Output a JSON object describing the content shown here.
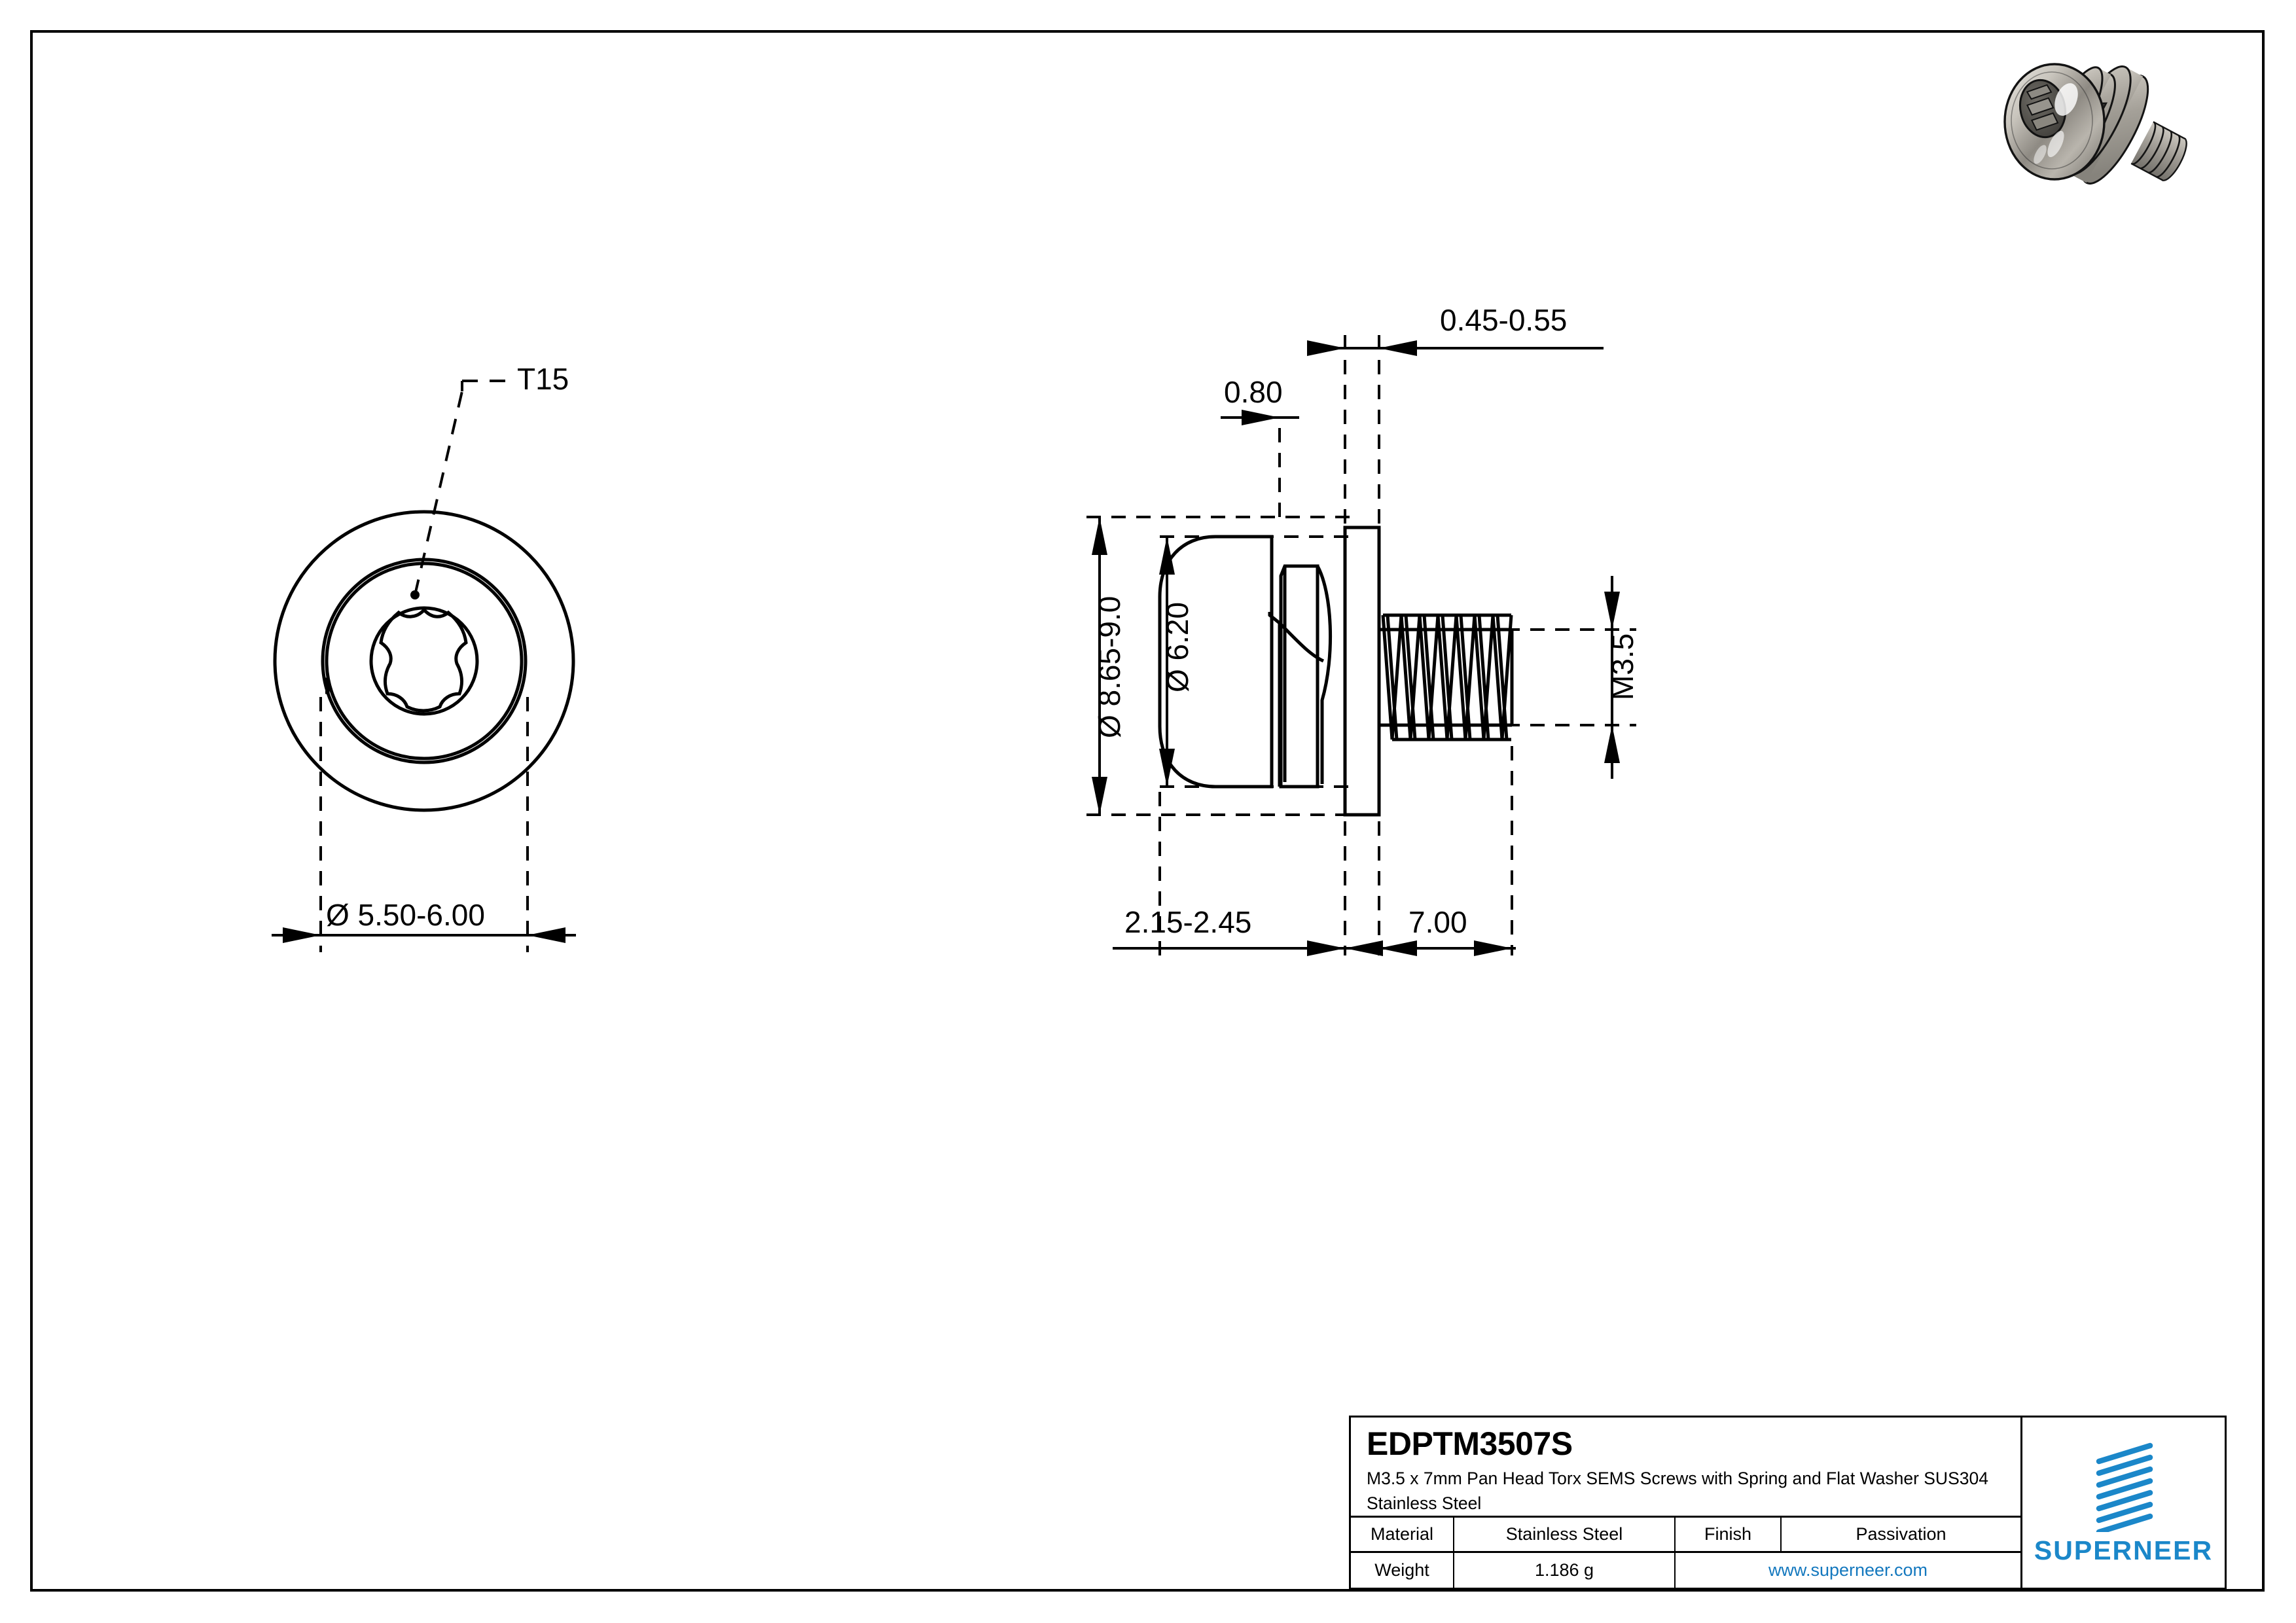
{
  "sheet": {
    "background_color": "#ffffff",
    "border_color": "#000000"
  },
  "views": {
    "front_view": {
      "name": "front-view",
      "callout": "T15",
      "bottom_dimension": "Ø 5.50-6.00",
      "socket_type": "torx-6-lobe"
    },
    "side_view": {
      "name": "side-view",
      "dimensions": {
        "flat_washer_thickness": "0.45-0.55",
        "spring_washer_thickness": "0.80",
        "washer_outer_diameter": "Ø 8.65-9.0",
        "head_diameter": "Ø 6.20",
        "thread_size": "M3.5",
        "head_plus_washer_height": "2.15-2.45",
        "thread_length": "7.00"
      }
    }
  },
  "title_block": {
    "part_number": "EDPTM3507S",
    "description": "M3.5 x 7mm Pan Head Torx SEMS Screws with Spring and Flat Washer SUS304 Stainless Steel",
    "material_label": "Material",
    "material_value": "Stainless Steel",
    "finish_label": "Finish",
    "finish_value": "Passivation",
    "weight_label": "Weight",
    "weight_value": "1.186 g",
    "website": "www.superneer.com",
    "brand": "SUPERNEER",
    "brand_color": "#1b87c9",
    "link_color": "#1478be"
  }
}
